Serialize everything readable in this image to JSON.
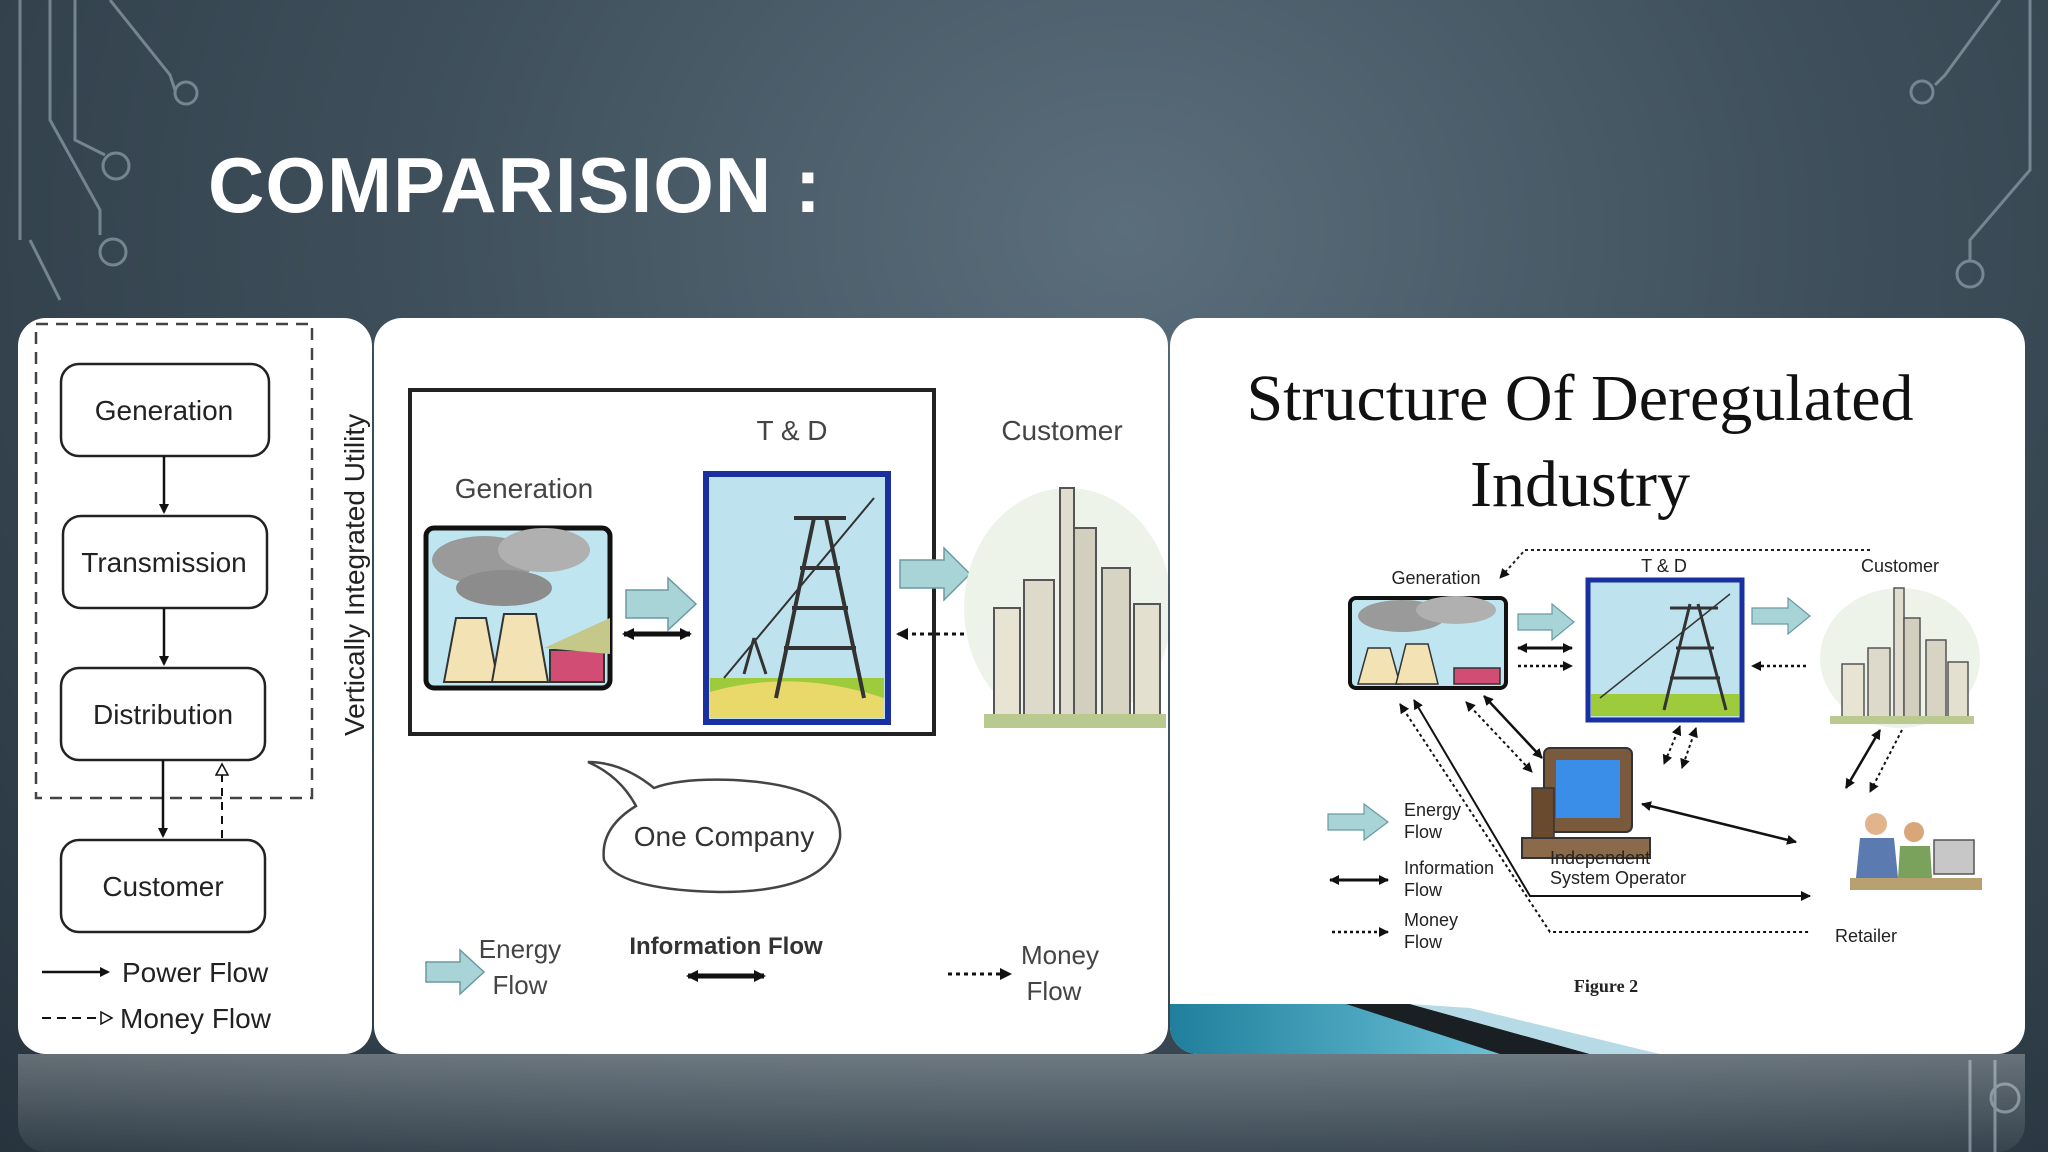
{
  "slide": {
    "title": "COMPARISION :"
  },
  "panel1": {
    "boxes": [
      "Generation",
      "Transmission",
      "Distribution",
      "Customer"
    ],
    "side_label": "Vertically Integrated Utility",
    "legend_power": "Power Flow",
    "legend_money": "Money Flow"
  },
  "panel2": {
    "label_generation": "Generation",
    "label_td": "T & D",
    "label_customer": "Customer",
    "callout": "One Company",
    "legend_energy_1": "Energy",
    "legend_energy_2": "Flow",
    "legend_info": "Information Flow",
    "legend_money_1": "Money",
    "legend_money_2": "Flow"
  },
  "panel3": {
    "title_line1": "Structure Of Deregulated",
    "title_line2": "Industry",
    "label_generation": "Generation",
    "label_td": "T & D",
    "label_customer": "Customer",
    "label_iso_1": "Independent",
    "label_iso_2": "System Operator",
    "label_retailer": "Retailer",
    "legend_energy_1": "Energy",
    "legend_energy_2": "Flow",
    "legend_info_1": "Information",
    "legend_info_2": "Flow",
    "legend_money_1": "Money",
    "legend_money_2": "Flow",
    "caption": "Figure 2"
  },
  "colors": {
    "arrow_fill": "#a8d4d8",
    "td_border": "#1a2fa0",
    "accent": "#2a8fb0"
  }
}
